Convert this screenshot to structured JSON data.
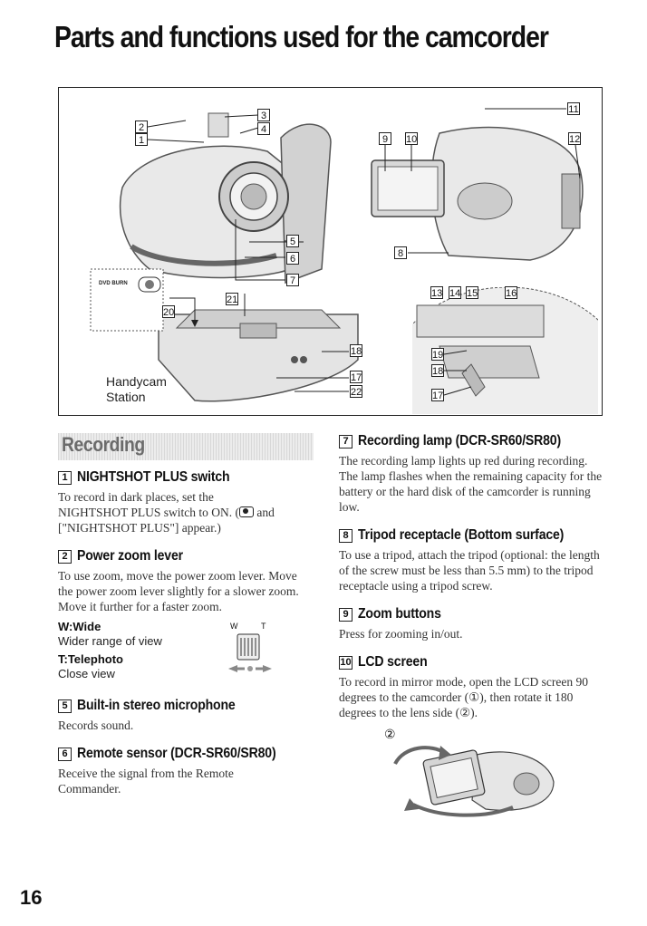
{
  "page": {
    "title": "Parts and functions used for the camcorder",
    "page_number": "16"
  },
  "figure": {
    "dock_label_line1": "Handycam",
    "dock_label_line2": "Station",
    "dvd_burn_label": "DVD BURN",
    "callouts_main": [
      "1",
      "2",
      "3",
      "4",
      "5",
      "6",
      "7",
      "21",
      "20",
      "18",
      "17",
      "22"
    ],
    "callouts_right": [
      "9",
      "10",
      "11",
      "12",
      "8",
      "13",
      "14",
      "15",
      "16",
      "19",
      "18",
      "17"
    ]
  },
  "left_column": {
    "section_title": "Recording",
    "items": [
      {
        "number": "1",
        "title": "NIGHTSHOT PLUS switch",
        "body_line1": "To record in dark places, set the",
        "body_line2": "NIGHTSHOT PLUS switch to ON. (",
        "body_line2b": " and",
        "body_line3": "[\"NIGHTSHOT PLUS\"] appear.)"
      },
      {
        "number": "2",
        "title": "Power zoom lever",
        "body": "To use zoom, move the power zoom lever. Move the power zoom lever slightly for a slower zoom. Move it further for a faster zoom.",
        "wide_label": "W:Wide",
        "wide_desc": "Wider range of view",
        "tele_label": "T:Telephoto",
        "tele_desc": "Close view",
        "w_mark": "W",
        "t_mark": "T"
      },
      {
        "number": "5",
        "title": "Built-in stereo microphone",
        "body": "Records sound."
      },
      {
        "number": "6",
        "title": "Remote sensor (DCR-SR60/SR80)",
        "body": "Receive the signal from the Remote Commander."
      }
    ]
  },
  "right_column": {
    "items": [
      {
        "number": "7",
        "title": "Recording lamp (DCR-SR60/SR80)",
        "body": "The recording lamp lights up red during recording. The lamp flashes when the remaining capacity for the battery or the hard disk of the camcorder is running low."
      },
      {
        "number": "8",
        "title": "Tripod receptacle (Bottom surface)",
        "body": "To use a tripod, attach the tripod (optional: the length of the screw must be less than 5.5 mm) to the tripod receptacle using a tripod screw."
      },
      {
        "number": "9",
        "title": "Zoom buttons",
        "body": "Press for zooming in/out."
      },
      {
        "number": "10",
        "title": "LCD screen",
        "body": "To record in mirror mode, open the LCD screen 90 degrees to the camcorder (①), then rotate it 180 degrees to the lens side (②).",
        "marker1": "①",
        "marker2": "②"
      }
    ]
  }
}
